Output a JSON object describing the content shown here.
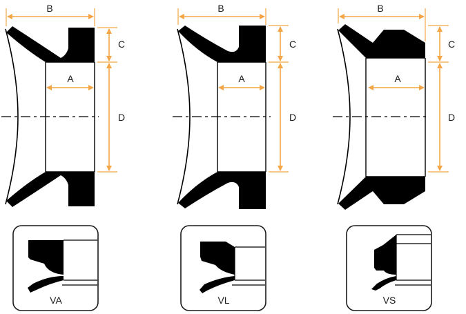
{
  "colors": {
    "dimension": "#f4a646",
    "ink": "#000000",
    "frame": "#1a1a1a",
    "background": "#ffffff"
  },
  "panels": [
    {
      "id": "va",
      "dims": {
        "a": "A",
        "b": "B",
        "c": "C",
        "d": "D"
      },
      "card_label": "VA"
    },
    {
      "id": "vl",
      "dims": {
        "a": "A",
        "b": "B",
        "c": "C",
        "d": "D"
      },
      "card_label": "VL"
    },
    {
      "id": "vs",
      "dims": {
        "a": "A",
        "b": "B",
        "c": "C",
        "d": "D"
      },
      "card_label": "VS"
    }
  ]
}
